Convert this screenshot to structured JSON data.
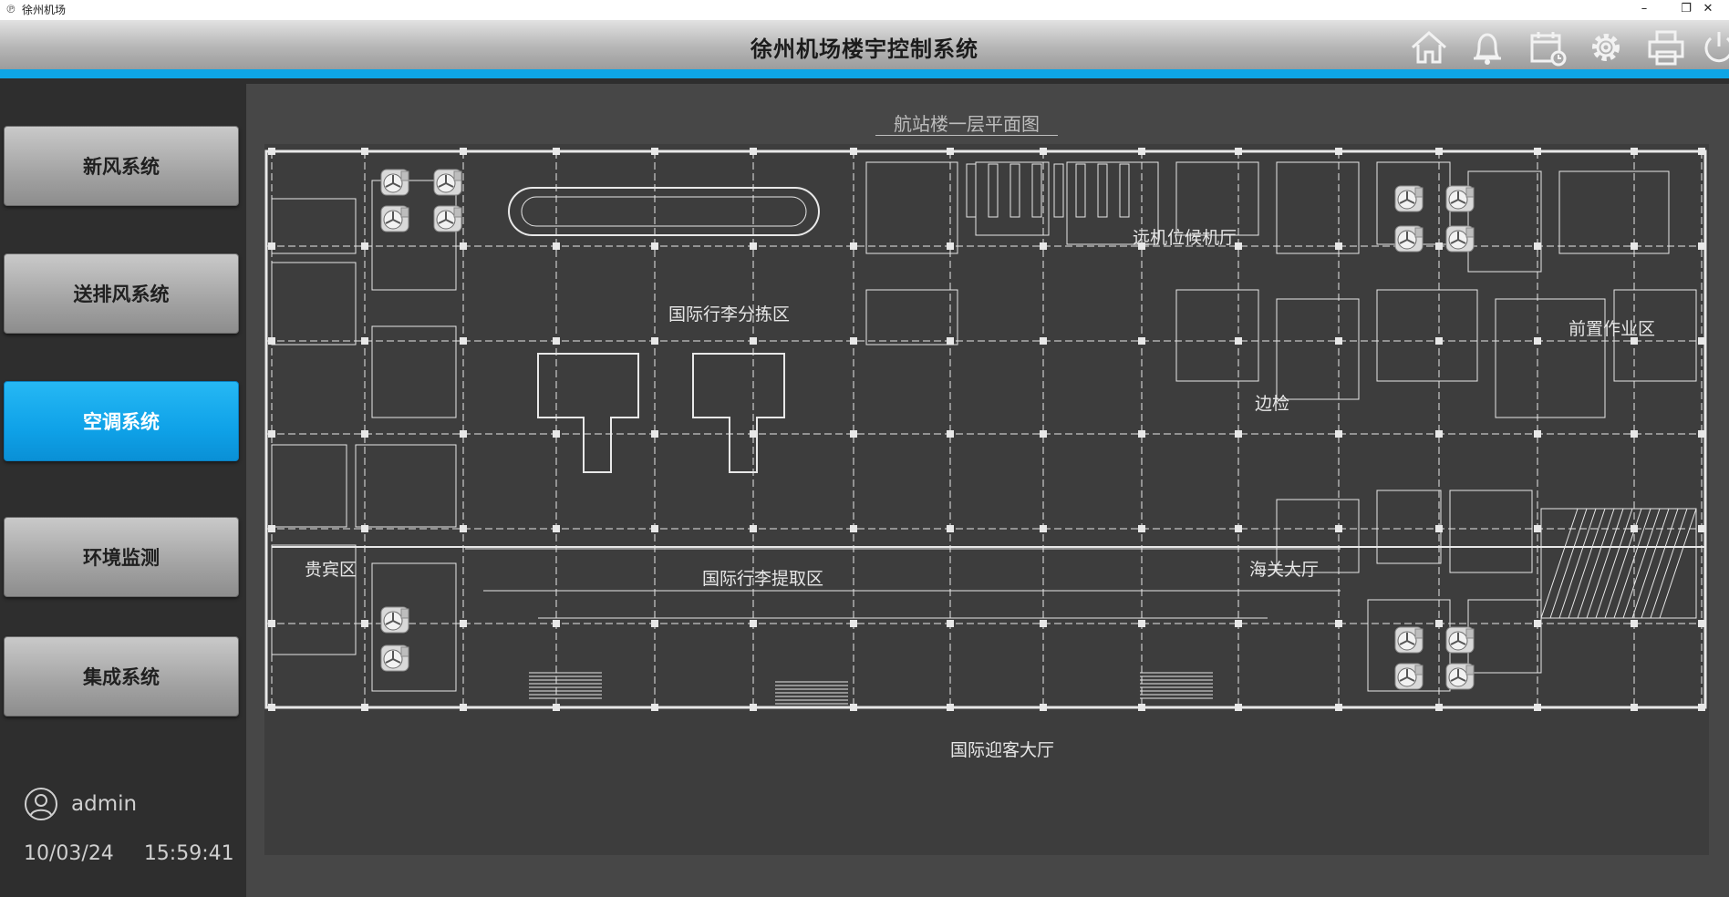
{
  "window": {
    "title": "徐州机场",
    "controls": {
      "minimize": "–",
      "restore": "❐",
      "close": "✕"
    }
  },
  "header": {
    "title": "徐州机场楼宇控制系统",
    "icons": [
      "home-icon",
      "bell-icon",
      "calendar-icon",
      "gear-icon",
      "printer-icon",
      "power-icon"
    ]
  },
  "sidebar": {
    "items": [
      {
        "label": "新风系统",
        "active": false
      },
      {
        "label": "送排风系统",
        "active": false
      },
      {
        "label": "空调系统",
        "active": true
      },
      {
        "label": "环境监测",
        "active": false
      },
      {
        "label": "集成系统",
        "active": false
      }
    ],
    "user": {
      "name": "admin"
    },
    "date": "10/03/24",
    "time": "15:59:41"
  },
  "floorplan": {
    "title": "航站楼一层平面图",
    "zones": [
      {
        "label": "国际行李分拣区"
      },
      {
        "label": "远机位候机厅"
      },
      {
        "label": "前置作业区"
      },
      {
        "label": "边检"
      },
      {
        "label": "贵宾区"
      },
      {
        "label": "国际行李提取区"
      },
      {
        "label": "海关大厅"
      },
      {
        "label": "国际迎客大厅"
      }
    ]
  },
  "colors": {
    "accent": "#0ea5e6",
    "active_button": "#0fa2e8",
    "plan_lines": "#e8e8e8",
    "plan_background": "#3d3d3d"
  }
}
